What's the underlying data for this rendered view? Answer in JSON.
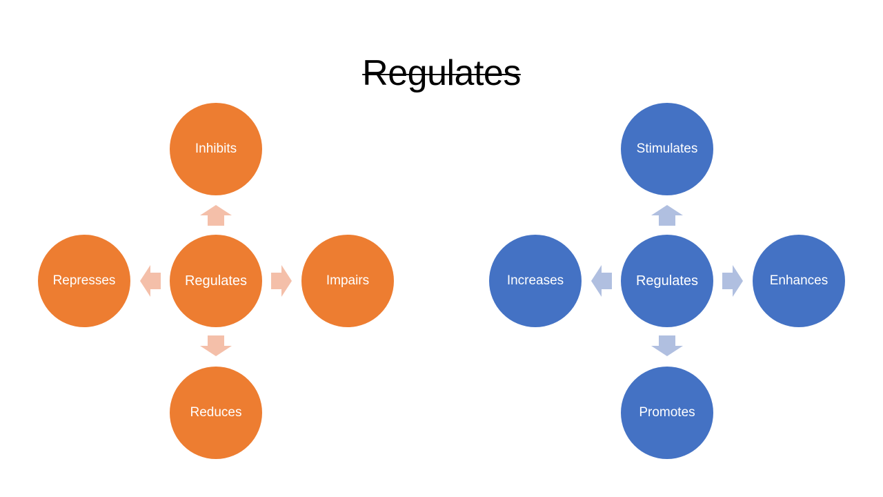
{
  "title": "Regulates",
  "colors": {
    "orange": "#ED7D31",
    "orange_arrow": "#F4BFA9",
    "blue": "#4472C4",
    "blue_arrow": "#B0BFE0"
  },
  "left_diagram": {
    "center": "Regulates",
    "top": "Inhibits",
    "left": "Represses",
    "right": "Impairs",
    "bottom": "Reduces"
  },
  "right_diagram": {
    "center": "Regulates",
    "top": "Stimulates",
    "left": "Increases",
    "right": "Enhances",
    "bottom": "Promotes"
  }
}
